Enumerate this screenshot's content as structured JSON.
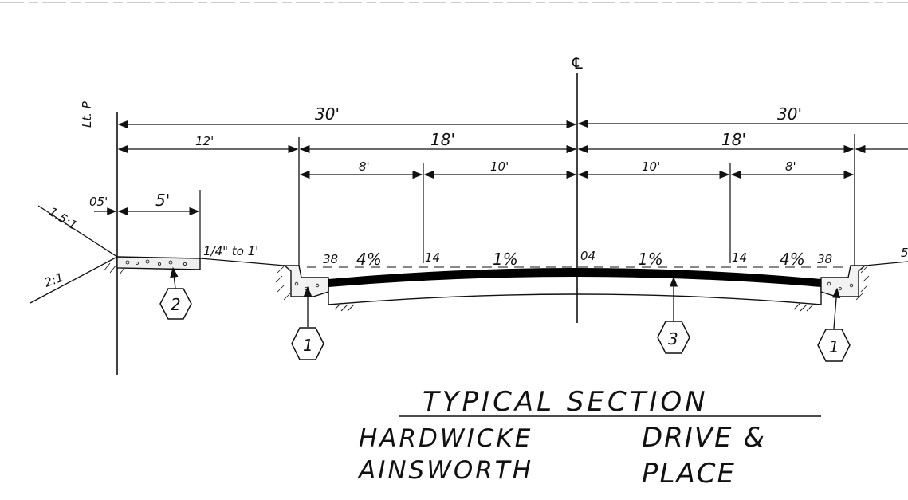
{
  "drawing": {
    "centerline_symbol": "℄",
    "property_line_label": "Lt. P",
    "dims": {
      "left_half": "30'",
      "right_half": "30'",
      "left_parkway": "12'",
      "left_roadway": "18'",
      "right_roadway": "18'",
      "left_outer_lane": "8'",
      "left_inner_lane": "10'",
      "right_inner_lane": "10'",
      "right_outer_lane": "8'",
      "offset": "05'",
      "sidewalk": "5'"
    },
    "slopes": {
      "cut_slope": "1.5:1",
      "fill_slope": "2:1",
      "parkway": "1/4\" to 1'"
    },
    "grades": {
      "left_gutter_elev": "38",
      "left_gutter_pct": "4%",
      "left_lane_elev": "14",
      "left_crown_pct": "1%",
      "crown_elev": "04",
      "right_crown_pct": "1%",
      "right_lane_elev": "14",
      "right_gutter_pct": "4%",
      "right_gutter_elev": "38"
    },
    "callouts": {
      "sidewalk": "2",
      "left_curb": "1",
      "pavement": "3",
      "right_curb": "1"
    },
    "right_edge_mark": "5"
  },
  "title": {
    "heading": "TYPICAL  SECTION",
    "line1_left": "HARDWICKE",
    "line1_right": "DRIVE &",
    "line2_left": "AINSWORTH",
    "line2_right": "PLACE"
  }
}
